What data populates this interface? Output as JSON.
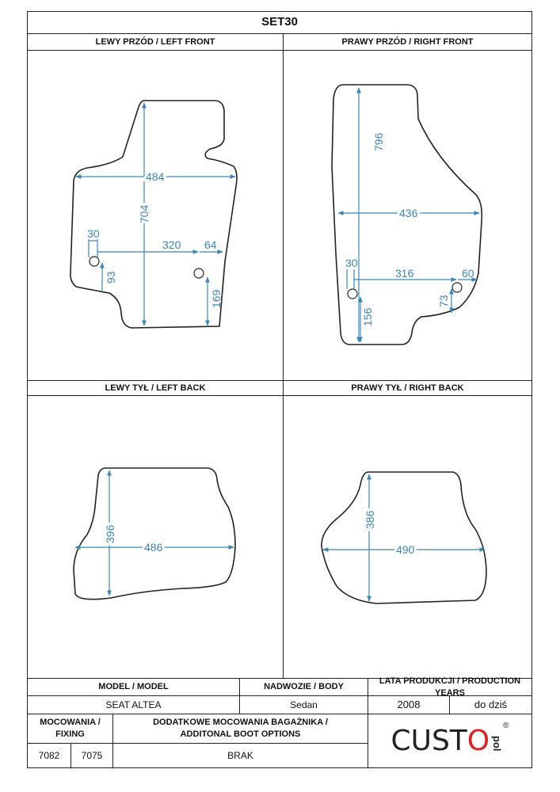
{
  "title": "SET30",
  "panels": {
    "left_front": {
      "label": "LEWY PRZÓD / LEFT FRONT",
      "dims": {
        "width": "484",
        "height": "704",
        "hole_left": "30",
        "hole_span": "320",
        "hole_right": "64",
        "hole_left_v": "93",
        "hole_right_v": "169"
      }
    },
    "right_front": {
      "label": "PRAWY PRZÓD / RIGHT FRONT",
      "dims": {
        "width": "436",
        "height": "796",
        "hole_left": "30",
        "hole_span": "316",
        "hole_right": "60",
        "hole_left_v": "156",
        "hole_right_v": "73"
      }
    },
    "left_back": {
      "label": "LEWY TYŁ / LEFT BACK",
      "dims": {
        "width": "486",
        "height": "396"
      }
    },
    "right_back": {
      "label": "PRAWY TYŁ / RIGHT BACK",
      "dims": {
        "width": "490",
        "height": "386"
      }
    }
  },
  "table": {
    "model_header": "MODEL / MODEL",
    "body_header": "NADWOZIE / BODY",
    "years_header": "LATA PRODUKCJI / PRODUCTION YEARS",
    "model": "SEAT ALTEA",
    "body": "Sedan",
    "year_from": "2008",
    "year_to": "do dziś",
    "fixing_header": "MOCOWANIA / FIXING",
    "boot_header": "DODATKOWE MOCOWANIA BAGAŻNIKA / ADDITONAL BOOT OPTIONS",
    "fixing_1": "7082",
    "fixing_2": "7075",
    "boot_value": "BRAK"
  },
  "logo": {
    "main": "CUST",
    "accent": "O",
    "suffix": "pol",
    "reg": "®"
  },
  "colors": {
    "dimension": "#3a86b8",
    "outline": "#222222",
    "logo_red": "#e02020"
  }
}
